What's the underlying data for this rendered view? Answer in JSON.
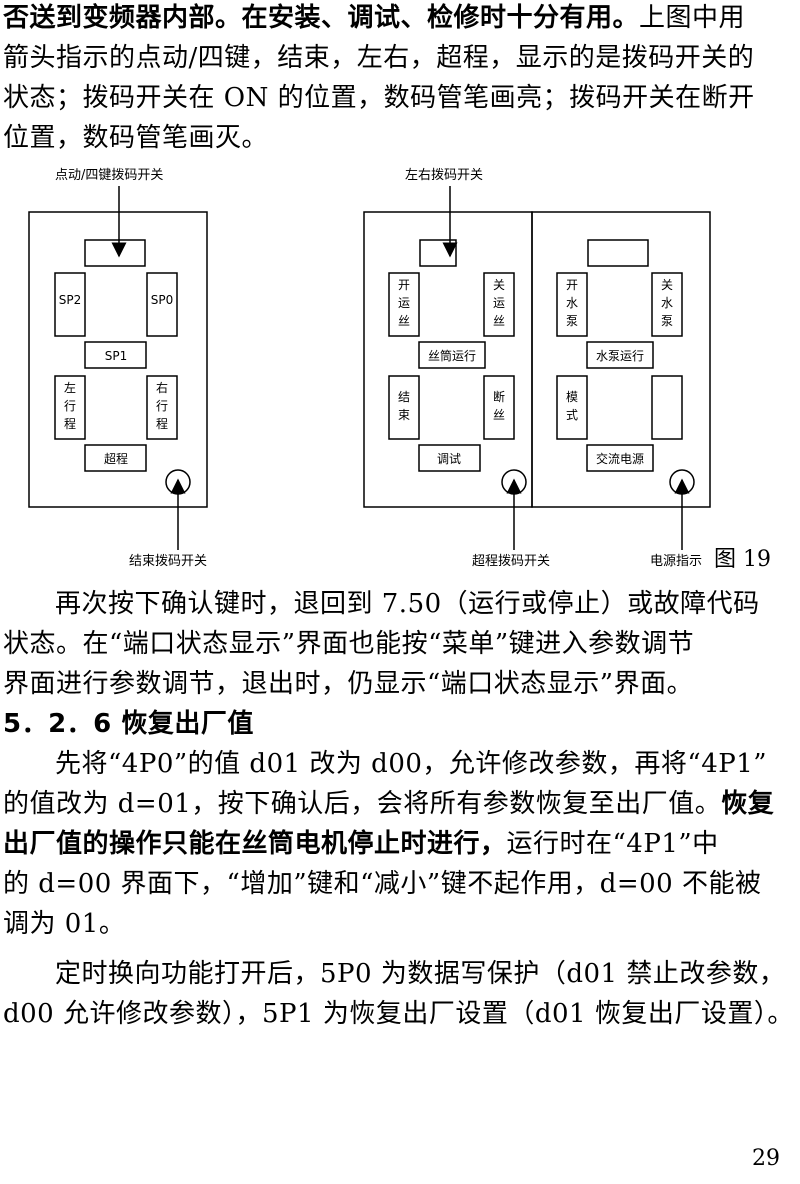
{
  "para1": {
    "l1_bold": "否送到变频器内部。在安装、调试、检修时十分有用。",
    "l1_rest": "上图中用",
    "l2": "箭头指示的点动/四键，结束，左右，超程，显示的是拨码开关的",
    "l3": "状态；拨码开关在 ON 的位置，数码管笔画亮；拨码开关在断开",
    "l4": "位置，数码管笔画灭。"
  },
  "figure": {
    "caption": "图 19",
    "labels": {
      "jog_switch": "点动/四键拨码开关",
      "lr_switch": "左右拨码开关",
      "end_switch": "结束拨码开关",
      "over_switch": "超程拨码开关",
      "power_indicator": "电源指示"
    },
    "left_panel": {
      "sp2": "SP2",
      "sp0": "SP0",
      "sp1": "SP1",
      "left": [
        "左",
        "行",
        "程"
      ],
      "right": [
        "右",
        "行",
        "程"
      ],
      "over": "超程"
    },
    "middle_panel": {
      "open": [
        "开",
        "运",
        "丝"
      ],
      "close": [
        "关",
        "运",
        "丝"
      ],
      "run": "丝筒运行",
      "end": [
        "结",
        "束"
      ],
      "break": [
        "断",
        "丝"
      ],
      "debug": "调试"
    },
    "right_panel": {
      "pump_on": [
        "开",
        "水",
        "泵"
      ],
      "pump_off": [
        "关",
        "水",
        "泵"
      ],
      "pump_run": "水泵运行",
      "mode": [
        "模",
        "式"
      ],
      "ac": "交流电源"
    }
  },
  "para2": {
    "l1": "再次按下确认键时，退回到 7.50（运行或停止）或故障代码",
    "l2": "状态。在“端口状态显示”界面也能按“菜单”键进入参数调节",
    "l3": "界面进行参数调节，退出时，仍显示“端口状态显示”界面。"
  },
  "heading": "5．2．6 恢复出厂值",
  "para3": {
    "l1": "先将“4P0”的值 d01 改为 d00，允许修改参数，再将“4P1”",
    "l2_pre": "的值改为 d=01，按下确认后，会将所有参数恢复至出厂值。",
    "l2_bold": "恢复",
    "l3_bold": "出厂值的操作只能在丝筒电机停止时进行，",
    "l3_rest": "运行时在“4P1”中",
    "l4": "的 d=00 界面下，“增加”键和“减小”键不起作用，d=00 不能被",
    "l5": "调为 01。"
  },
  "para4": {
    "l1": "定时换向功能打开后，5P0 为数据写保护（d01 禁止改参数，",
    "l2": "d00 允许修改参数），5P1 为恢复出厂设置（d01 恢复出厂设置）。"
  },
  "page_number": "29"
}
